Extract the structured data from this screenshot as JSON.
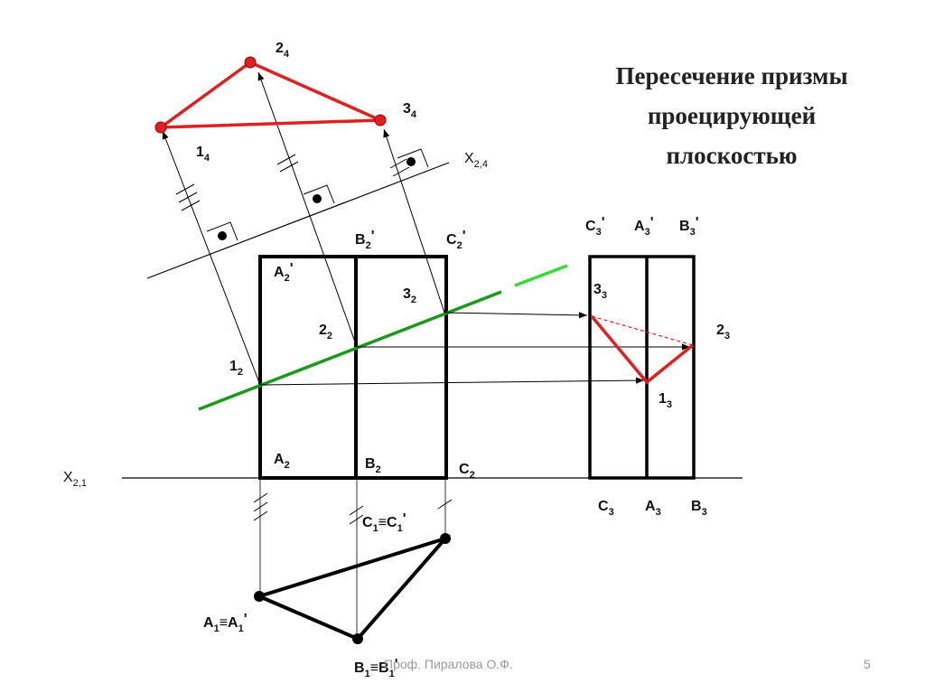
{
  "title": {
    "line1": "Пересечение призмы",
    "line2": "проецирующей",
    "line3": "плоскостью"
  },
  "labels": {
    "x21_main": "X",
    "x21_sub": "2,1",
    "x24_main": "X",
    "x24_sub": "2,4",
    "A2p_main": "A",
    "A2p_sub": "2",
    "A2p_sup": "'",
    "B2p_main": "B",
    "B2p_sub": "2",
    "B2p_sup": "'",
    "C2p_main": "C",
    "C2p_sub": "2",
    "C2p_sup": "'",
    "A2_main": "A",
    "A2_sub": "2",
    "B2_main": "B",
    "B2_sub": "2",
    "C2_main": "C",
    "C2_sub": "2",
    "p12_main": "1",
    "p12_sub": "2",
    "p22_main": "2",
    "p22_sub": "2",
    "p32_main": "3",
    "p32_sub": "2",
    "p14_main": "1",
    "p14_sub": "4",
    "p24_main": "2",
    "p24_sub": "4",
    "p34_main": "3",
    "p34_sub": "4",
    "C3p_main": "C",
    "C3p_sub": "3",
    "C3p_sup": "'",
    "A3p_main": "A",
    "A3p_sub": "3",
    "A3p_sup": "'",
    "B3p_main": "B",
    "B3p_sub": "3",
    "B3p_sup": "'",
    "C3_main": "C",
    "C3_sub": "3",
    "A3_main": "A",
    "A3_sub": "3",
    "B3_main": "B",
    "B3_sub": "3",
    "p13_main": "1",
    "p13_sub": "3",
    "p23_main": "2",
    "p23_sub": "3",
    "p33_main": "3",
    "p33_sub": "3",
    "C1_a": "C",
    "C1_a_sub": "1",
    "C1_eq": "≡C",
    "C1_b_sub": "1",
    "C1_sup": "'",
    "A1_a": "A",
    "A1_a_sub": "1",
    "A1_eq": "≡A",
    "A1_b_sub": "1",
    "A1_sup": "'",
    "B1_a": "B",
    "B1_a_sub": "1",
    "B1_eq": "≡B",
    "B1_b_sub": "1",
    "B1_sup": "'"
  },
  "footer": {
    "author": "Проф. Пиралова О.Ф.",
    "page_number": "5"
  },
  "colors": {
    "section_line": "#1a9a1a",
    "section_figure": "#e02020",
    "construction": "#000000"
  }
}
